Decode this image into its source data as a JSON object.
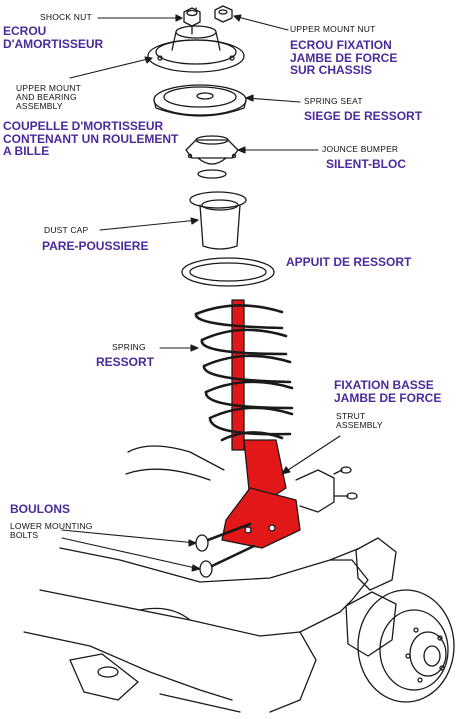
{
  "colors": {
    "line": "#1a1a1a",
    "strut_red": "#e21818",
    "french_text": "#4b2a9a",
    "english_text": "#111111",
    "background": "#ffffff"
  },
  "labels": {
    "shock_nut_en": "SHOCK NUT",
    "shock_nut_fr": "ECROU\nD'AMORTISSEUR",
    "upper_mount_nut_en": "UPPER MOUNT NUT",
    "upper_mount_nut_fr": "ECROU FIXATION\nJAMBE DE FORCE\nSUR CHASSIS",
    "upper_mount_en": "UPPER MOUNT\nAND BEARING\nASSEMBLY",
    "upper_mount_fr": "COUPELLE D'MORTISSEUR\nCONTENANT UN ROULEMENT\nA BILLE",
    "spring_seat_en": "SPRING SEAT",
    "spring_seat_fr": "SIEGE DE RESSORT",
    "jounce_en": "JOUNCE BUMPER",
    "jounce_fr": "SILENT-BLOC",
    "dust_cap_en": "DUST CAP",
    "dust_cap_fr": "PARE-POUSSIERE",
    "appui_fr": "APPUIT DE RESSORT",
    "spring_en": "SPRING",
    "spring_fr": "RESSORT",
    "fixation_fr": "FIXATION BASSE\nJAMBE DE FORCE",
    "strut_en": "STRUT\nASSEMBLY",
    "boulons_fr": "BOULONS",
    "lower_bolts_en": "LOWER MOUNTING\nBOLTS"
  }
}
